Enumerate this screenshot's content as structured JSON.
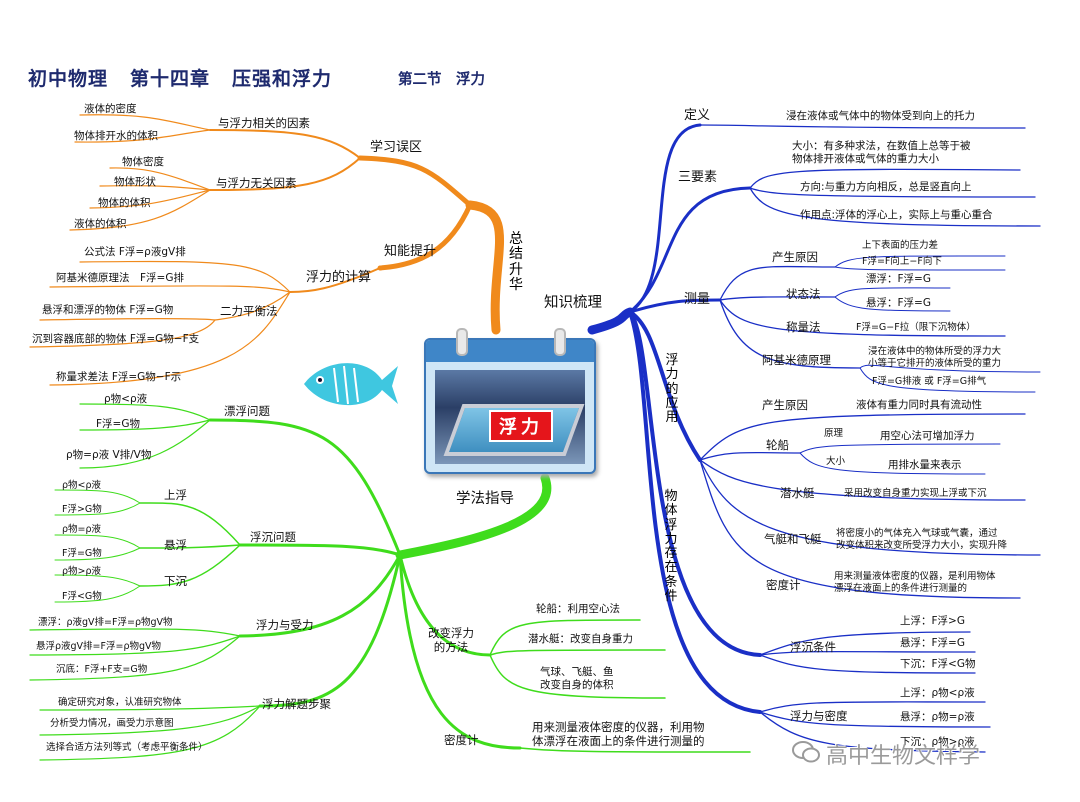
{
  "header": {
    "title_parts": [
      "初中物理",
      "第十四章",
      "压强和浮力"
    ],
    "subtitle": "第二节　浮力"
  },
  "center": {
    "label": "浮力"
  },
  "colors": {
    "orange": "#f08a1c",
    "blue": "#1a2fc6",
    "green": "#3fdc1c",
    "title": "#1e2a6e"
  },
  "icons": [
    "fish-icon",
    "wechat-icon"
  ],
  "watermark": "高中生物文样学",
  "orange": {
    "root": "总结升华",
    "xuexi": {
      "label": "学习误区",
      "related": {
        "label": "与浮力相关的因素",
        "items": [
          "液体的密度",
          "物体排开水的体积"
        ]
      },
      "unrelated": {
        "label": "与浮力无关因素",
        "items": [
          "物体密度",
          "物体形状",
          "物体的体积",
          "液体的体积"
        ]
      }
    },
    "zhineng": {
      "label": "知能提升",
      "calc": {
        "label": "浮力的计算",
        "formula": "公式法  F浮=ρ液gV排",
        "archimedes": "阿基米德原理法　F浮=G排",
        "balance": "二力平衡法",
        "float": "悬浮和漂浮的物体  F浮=G物",
        "sink": "沉到容器底部的物体  F浮=G物−F支",
        "weigh": "称量求差法  F浮=G物−F示"
      }
    }
  },
  "blue": {
    "root": "知识梳理",
    "definition": {
      "label": "定义",
      "text": "浸在液体或气体中的物体受到向上的托力"
    },
    "three": {
      "label": "三要素",
      "size": "大小：有多种求法，在数值上总等于被\n物体排开液体或气体的重力大小",
      "direction": "方向:与重力方向相反，总是竖直向上",
      "point": "作用点:浮体的浮心上，实际上与重心重合"
    },
    "measure": {
      "label": "测量",
      "cause": {
        "label": "产生原因",
        "text1": "上下表面的压力差",
        "text2": "F浮=F向上−F向下"
      },
      "state": {
        "label": "状态法",
        "float": "漂浮：F浮=G",
        "suspend": "悬浮：F浮=G"
      },
      "weigh": {
        "label": "称量法",
        "text": "F浮=G−F拉（限下沉物体）"
      },
      "arch": {
        "label": "阿基米德原理",
        "text1": "浸在液体中的物体所受的浮力大\n小等于它排开的液体所受的重力",
        "text2": "F浮=G排液 或 F浮=G排气"
      }
    },
    "application": {
      "label": "浮力的应用",
      "cause": {
        "label": "产生原因",
        "text": "液体有重力同时具有流动性"
      },
      "ship": {
        "label": "轮船",
        "principle": "原理",
        "principle_text": "用空心法可增加浮力",
        "size": "大小",
        "size_text": "用排水量来表示"
      },
      "sub": {
        "label": "潜水艇",
        "text": "采用改变自身重力实现上浮或下沉"
      },
      "balloon": {
        "label": "气艇和飞艇",
        "text": "将密度小的气体充入气球或气囊，通过\n改变体积来改变所受浮力大小，实现升降"
      },
      "hydrometer": {
        "label": "密度计",
        "text": "用来测量液体密度的仪器，是利用物体\n漂浮在液面上的条件进行测量的"
      }
    },
    "condition": {
      "label": "物体浮力存在条件",
      "sinkfloat": {
        "label": "浮沉条件",
        "up": "上浮：F浮>G",
        "hang": "悬浮：F浮=G",
        "down": "下沉：F浮<G物"
      },
      "density": {
        "label": "浮力与密度",
        "up": "上浮：ρ物<ρ液",
        "hang": "悬浮：ρ物=ρ液",
        "down": "下沉：ρ物>ρ液"
      }
    }
  },
  "green": {
    "root": "学法指导",
    "piaofu": {
      "label": "漂浮问题",
      "items": [
        "ρ物<ρ液",
        "F浮=G物",
        "ρ物=ρ液 V排/V物"
      ]
    },
    "fuchen": {
      "label": "浮沉问题",
      "up": {
        "label": "上浮",
        "items": [
          "ρ物<ρ液",
          "F浮>G物"
        ]
      },
      "hang": {
        "label": "悬浮",
        "items": [
          "ρ物=ρ液",
          "F浮=G物"
        ]
      },
      "down": {
        "label": "下沉",
        "items": [
          "ρ物>ρ液",
          "F浮<G物"
        ]
      }
    },
    "force": {
      "label": "浮力与受力",
      "items": [
        "漂浮：ρ液gV排=F浮=ρ物gV物",
        "悬浮ρ液gV排=F浮=ρ物gV物",
        "沉底：F浮+F支=G物"
      ]
    },
    "steps": {
      "label": "浮力解题步聚",
      "items": [
        "确定研究对象，认准研究物体",
        "分析受力情况，画受力示意图",
        "选择合适方法列等式（考虑平衡条件）"
      ]
    },
    "change": {
      "label": "改变浮力\n的方法",
      "items": [
        "轮船：利用空心法",
        "潜水艇：改变自身重力",
        "气球、飞艇、鱼\n改变自身的体积"
      ]
    },
    "hydro": {
      "label": "密度计",
      "text": "用来测量液体密度的仪器，利用物\n体漂浮在液面上的条件进行测量的"
    }
  }
}
